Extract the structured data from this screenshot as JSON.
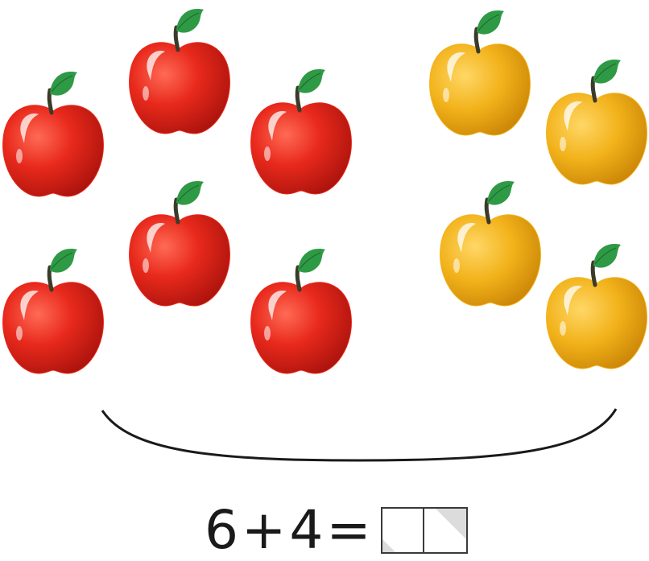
{
  "illustration": {
    "red_apples": 6,
    "yellow_apples": 4,
    "colors": {
      "red_apple": "#e8291c",
      "yellow_apple": "#f2b21a",
      "leaf": "#2f9a45",
      "stem": "#3b3b2a",
      "bracket": "#1a1a1a"
    }
  },
  "equation": {
    "left_operand": "6",
    "operator_plus": "+",
    "right_operand": "4",
    "operator_equals": "=",
    "answer_boxes": 2
  }
}
